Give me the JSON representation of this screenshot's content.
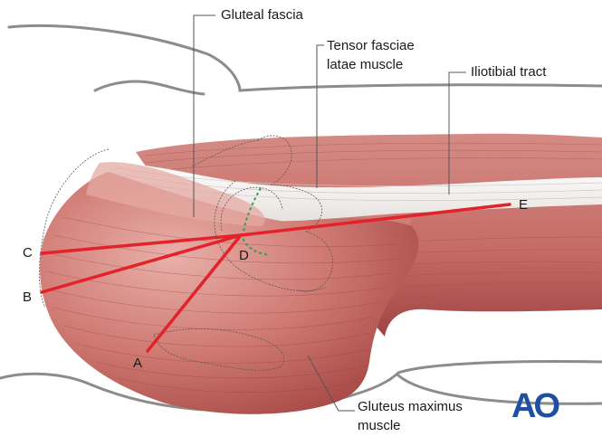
{
  "labels": {
    "gluteal_fascia": "Gluteal fascia",
    "tensor_line1": "Tensor fasciae",
    "tensor_line2": "latae muscle",
    "iliotibial_tract": "Iliotibial tract",
    "gluteus_line1": "Gluteus maximus",
    "gluteus_line2": "muscle"
  },
  "points": {
    "a": "A",
    "b": "B",
    "c": "C",
    "d": "D",
    "e": "E"
  },
  "logo": {
    "text": "AO"
  },
  "colors": {
    "muscle": "#c86a66",
    "muscle_dark": "#9e3f3d",
    "muscle_light": "#e2a39c",
    "tract": "#f1efed",
    "line_red": "#e3232b",
    "dotted_green": "#2f9e4e",
    "outline_gray": "#8c8c8c",
    "leader": "#555555",
    "logo_blue": "#1f4fa3"
  }
}
